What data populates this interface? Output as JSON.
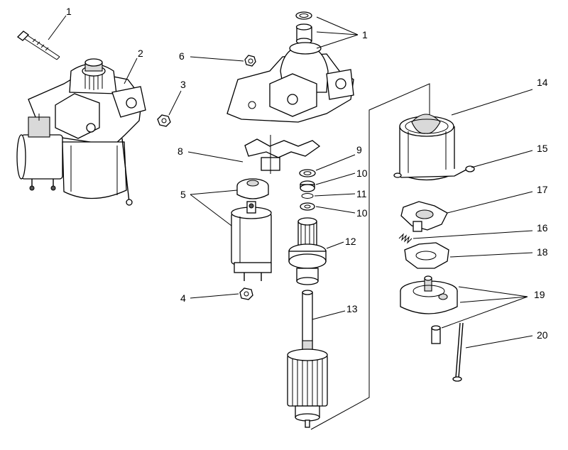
{
  "callouts": {
    "c1a": "1",
    "c2": "2",
    "c3": "3",
    "c1b": "1",
    "c6": "6",
    "c14": "14",
    "c15": "15",
    "c8": "8",
    "c9": "9",
    "c10a": "10",
    "c11": "11",
    "c10b": "10",
    "c5": "5",
    "c17": "17",
    "c16": "16",
    "c12": "12",
    "c18": "18",
    "c4": "4",
    "c19": "19",
    "c13": "13",
    "c20": "20"
  }
}
